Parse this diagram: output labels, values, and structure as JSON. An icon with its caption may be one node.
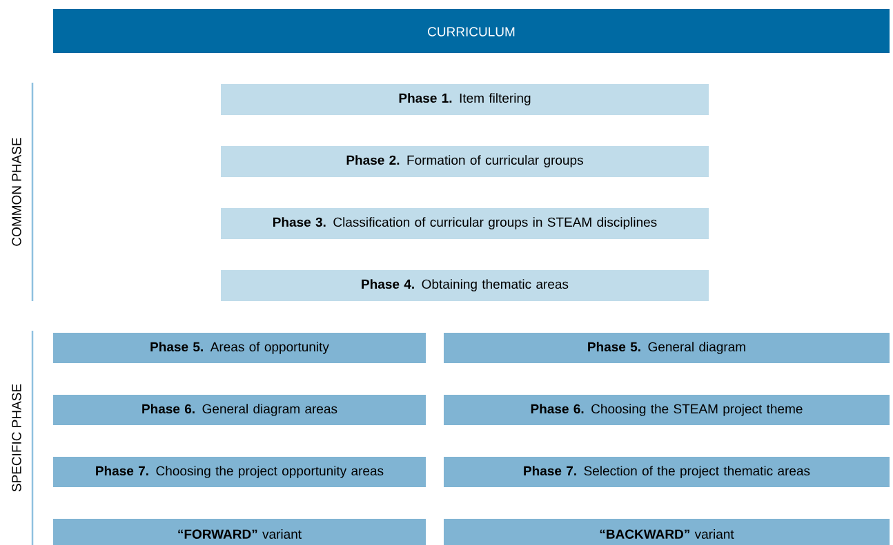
{
  "diagram": {
    "nodes": [
      {
        "text": [
          "CURRICULUM"
        ]
      },
      {
        "text": [
          "**Phase 1.** Item filtering"
        ]
      },
      {
        "text": [
          "**Phase 2.** Formation of curricular groups"
        ]
      },
      {
        "text": [
          "**Phase 3.** Classification of curricular groups in STEAM disciplines"
        ]
      },
      {
        "text": [
          "**Phase 4.** Obtaining thematic areas"
        ]
      },
      {
        "text": [
          "**Phase 5.** Areas of opportunity"
        ]
      },
      {
        "text": [
          "**Phase 5.** General diagram"
        ]
      },
      {
        "text": [
          "**Phase 6.** General diagram areas"
        ]
      },
      {
        "text": [
          "**Phase 6.** Choosing the STEAM project theme"
        ]
      },
      {
        "text": [
          "**Phase 7.** Choosing the project opportunity areas"
        ]
      },
      {
        "text": [
          "**Phase 7.** Selection of the project thematic areas"
        ]
      },
      {
        "text": [
          "**“FORWARD”** variant"
        ]
      },
      {
        "text": [
          "**“BACKWARD”** variant"
        ]
      }
    ],
    "labels": [
      "COMMON PHASE",
      "SPECIFIC PHASE"
    ]
  }
}
